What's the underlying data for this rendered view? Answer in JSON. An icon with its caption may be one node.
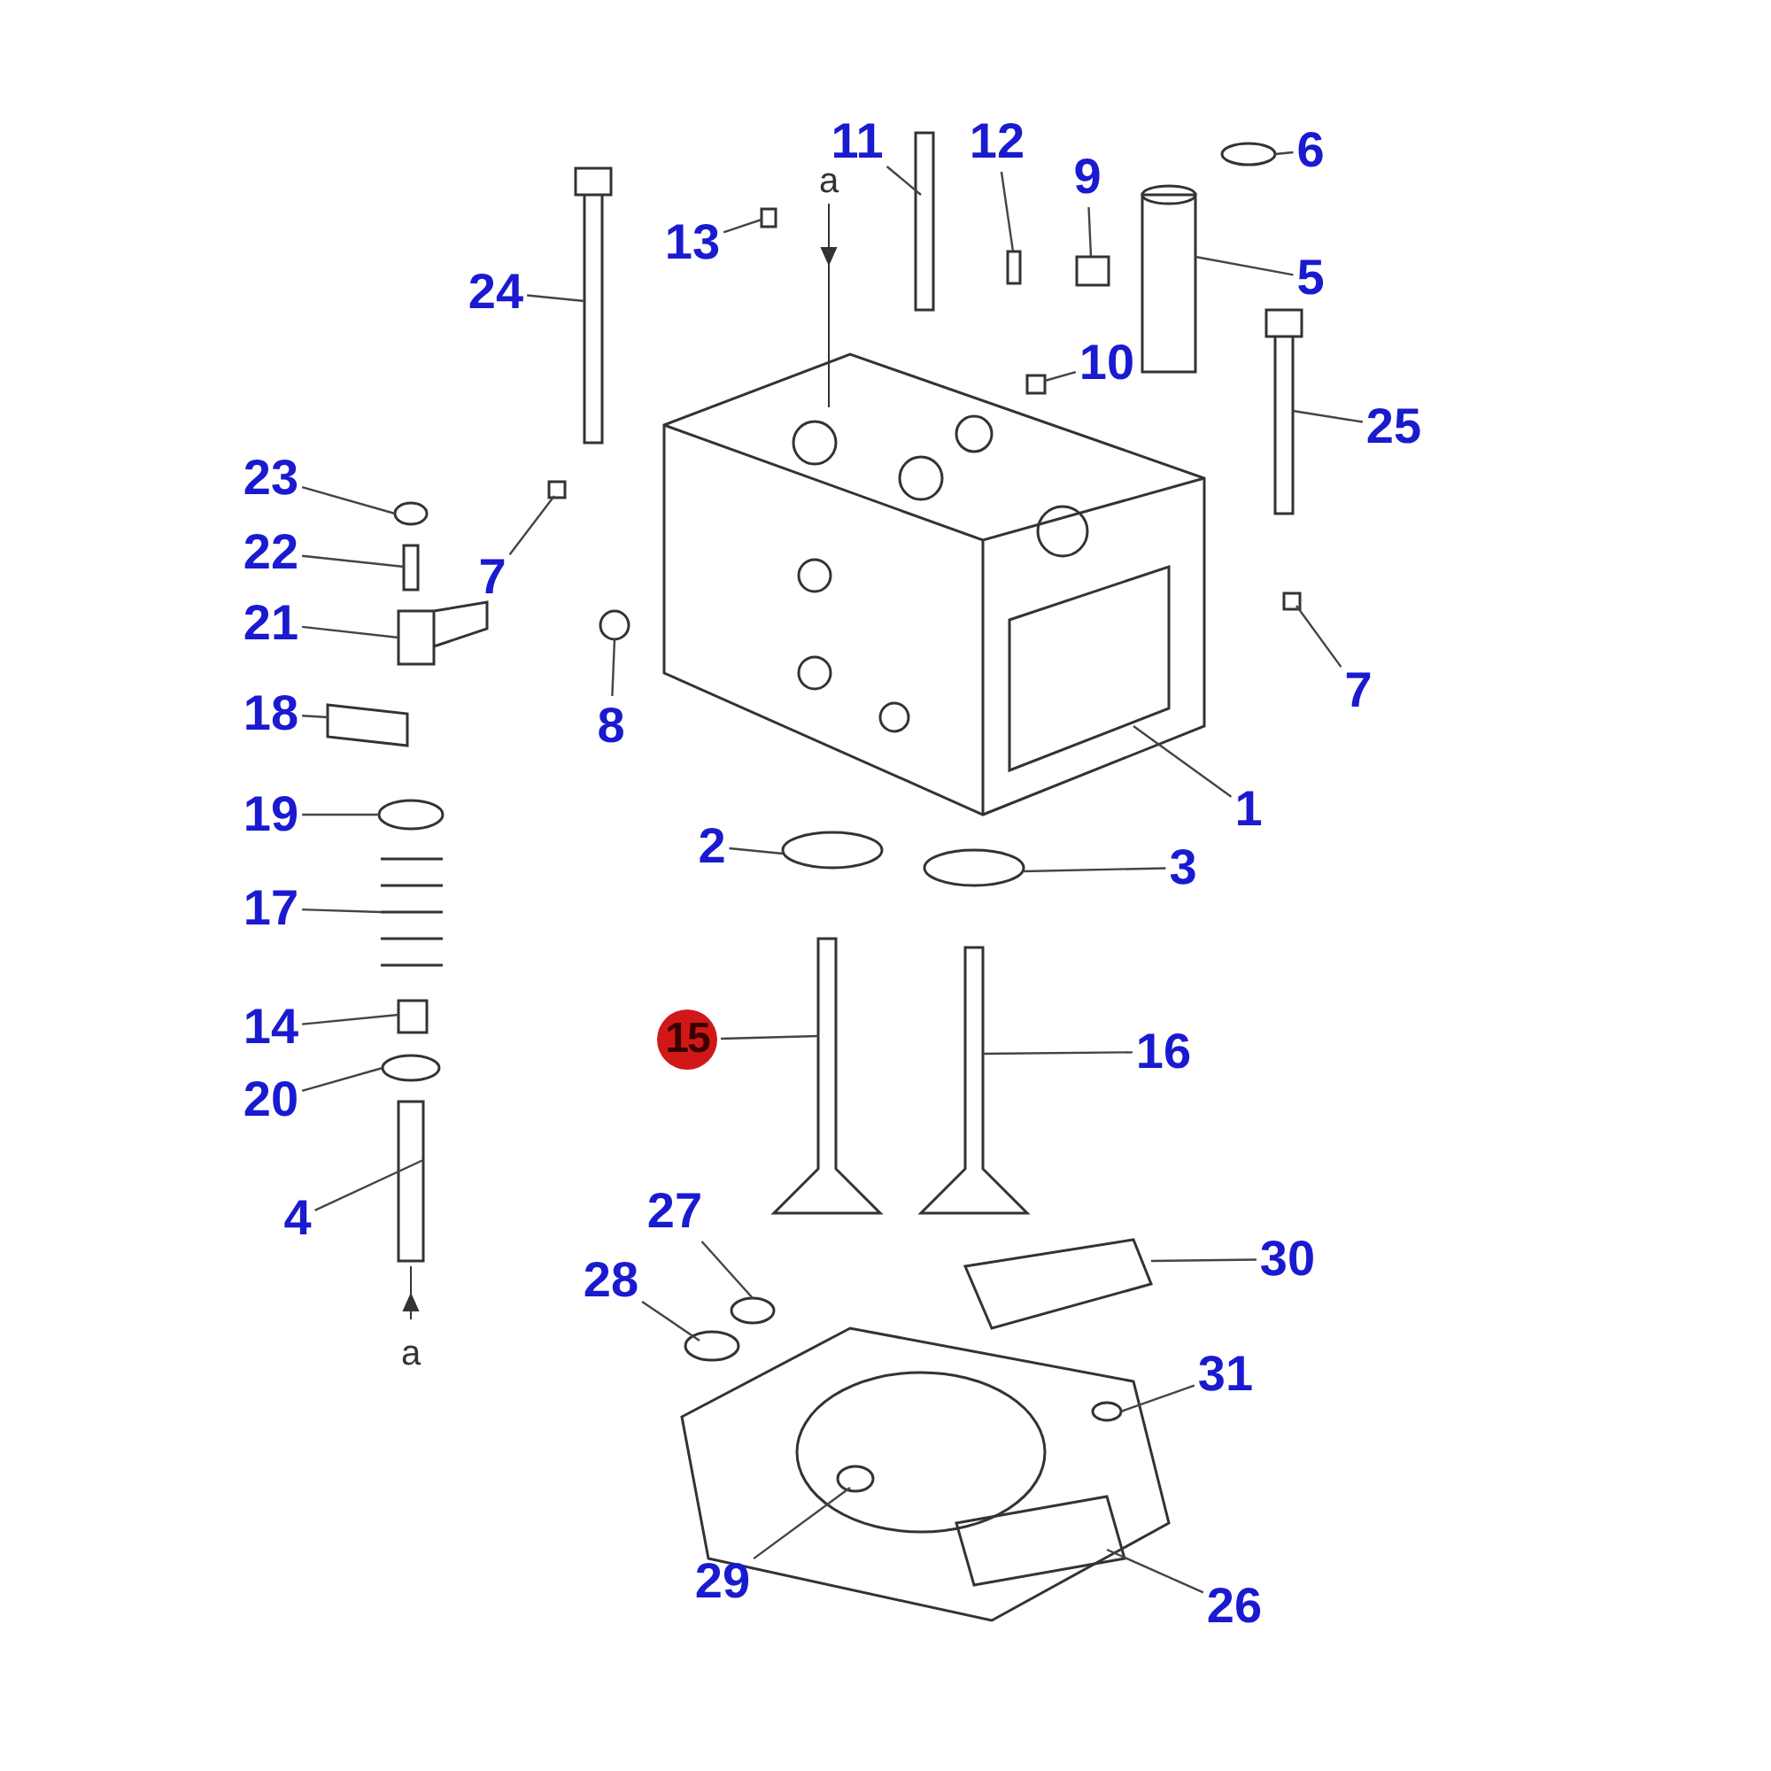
{
  "diagram": {
    "nodes": [
      {
        "text": [
          "11"
        ]
      },
      {
        "text": [
          "12"
        ]
      },
      {
        "text": [
          "6"
        ]
      },
      {
        "text": [
          "9"
        ]
      },
      {
        "text": [
          "13"
        ]
      },
      {
        "text": [
          "5"
        ]
      },
      {
        "text": [
          "24"
        ]
      },
      {
        "text": [
          "10"
        ]
      },
      {
        "text": [
          "25"
        ]
      },
      {
        "text": [
          "23"
        ]
      },
      {
        "text": [
          "22"
        ]
      },
      {
        "text": [
          "7"
        ]
      },
      {
        "text": [
          "21"
        ]
      },
      {
        "text": [
          "7"
        ]
      },
      {
        "text": [
          "18"
        ]
      },
      {
        "text": [
          "8"
        ]
      },
      {
        "text": [
          "1"
        ]
      },
      {
        "text": [
          "19"
        ]
      },
      {
        "text": [
          "2"
        ]
      },
      {
        "text": [
          "3"
        ]
      },
      {
        "text": [
          "17"
        ]
      },
      {
        "text": [
          "14"
        ]
      },
      {
        "text": [
          "15"
        ]
      },
      {
        "text": [
          "16"
        ]
      },
      {
        "text": [
          "20"
        ]
      },
      {
        "text": [
          "27"
        ]
      },
      {
        "text": [
          "4"
        ]
      },
      {
        "text": [
          "30"
        ]
      },
      {
        "text": [
          "28"
        ]
      },
      {
        "text": [
          "31"
        ]
      },
      {
        "text": [
          "29"
        ]
      },
      {
        "text": [
          "26"
        ]
      }
    ],
    "edges": [
      {
        "from": 0,
        "to": null,
        "arrow": "none"
      },
      {
        "from": 1,
        "to": null,
        "arrow": "none"
      },
      {
        "from": 2,
        "to": null,
        "arrow": "none"
      },
      {
        "from": 3,
        "to": null,
        "arrow": "none"
      },
      {
        "from": 4,
        "to": null,
        "arrow": "none"
      },
      {
        "from": 5,
        "to": null,
        "arrow": "none"
      },
      {
        "from": 6,
        "to": null,
        "arrow": "none"
      },
      {
        "from": 7,
        "to": null,
        "arrow": "none"
      },
      {
        "from": 8,
        "to": null,
        "arrow": "none"
      },
      {
        "from": 9,
        "to": null,
        "arrow": "none"
      },
      {
        "from": 10,
        "to": null,
        "arrow": "none"
      },
      {
        "from": 11,
        "to": null,
        "arrow": "none"
      },
      {
        "from": 12,
        "to": null,
        "arrow": "none"
      },
      {
        "from": 13,
        "to": null,
        "arrow": "none"
      },
      {
        "from": 14,
        "to": null,
        "arrow": "none"
      },
      {
        "from": 15,
        "to": null,
        "arrow": "none"
      },
      {
        "from": 16,
        "to": null,
        "arrow": "none"
      },
      {
        "from": 17,
        "to": null,
        "arrow": "none"
      },
      {
        "from": 18,
        "to": null,
        "arrow": "none"
      },
      {
        "from": 19,
        "to": null,
        "arrow": "none"
      },
      {
        "from": 20,
        "to": null,
        "arrow": "none"
      },
      {
        "from": 21,
        "to": null,
        "arrow": "none"
      },
      {
        "from": 22,
        "to": null,
        "arrow": "none"
      },
      {
        "from": 23,
        "to": null,
        "arrow": "none"
      },
      {
        "from": 24,
        "to": null,
        "arrow": "none"
      },
      {
        "from": 25,
        "to": null,
        "arrow": "none"
      },
      {
        "from": 26,
        "to": null,
        "arrow": "none"
      },
      {
        "from": 27,
        "to": null,
        "arrow": "none"
      },
      {
        "from": 28,
        "to": null,
        "arrow": "none"
      },
      {
        "from": 29,
        "to": null,
        "arrow": "none"
      },
      {
        "from": 30,
        "to": null,
        "arrow": "none"
      },
      {
        "from": 31,
        "to": null,
        "arrow": "none"
      }
    ],
    "labels": [
      "a",
      "a"
    ]
  }
}
